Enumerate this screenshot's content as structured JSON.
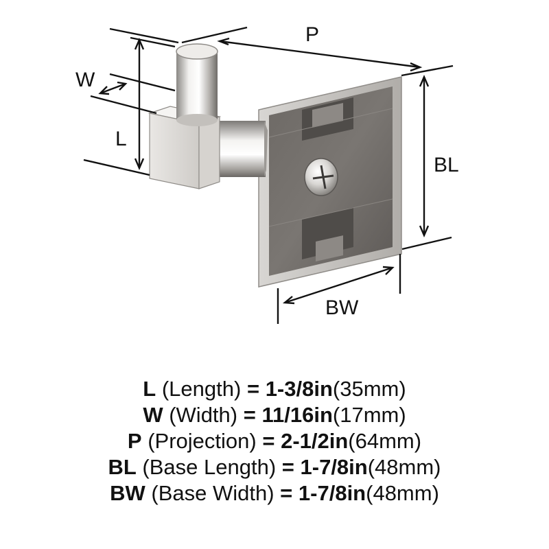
{
  "labels": {
    "p": "P",
    "w": "W",
    "l": "L",
    "bl": "BL",
    "bw": "BW"
  },
  "specs": [
    {
      "code": "L",
      "name": "(Length)",
      "eq": "=",
      "imperial": "1-3/8in",
      "metric": "(35mm)"
    },
    {
      "code": "W",
      "name": "(Width)",
      "eq": "=",
      "imperial": "11/16in",
      "metric": "(17mm)"
    },
    {
      "code": "P",
      "name": "(Projection)",
      "eq": "=",
      "imperial": "2-1/2in",
      "metric": "(64mm)"
    },
    {
      "code": "BL",
      "name": "(Base Length)",
      "eq": "=",
      "imperial": "1-7/8in",
      "metric": "(48mm)"
    },
    {
      "code": "BW",
      "name": "(Base Width)",
      "eq": "=",
      "imperial": "1-7/8in",
      "metric": "(48mm)"
    }
  ]
}
